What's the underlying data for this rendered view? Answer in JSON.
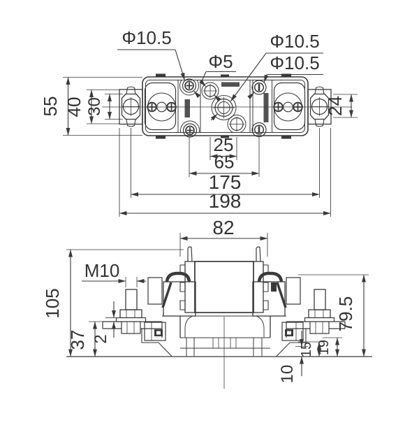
{
  "drawing": {
    "kind": "fuse-base technical drawing, two orthographic views",
    "colors": {
      "line": "#3a3a3a",
      "text": "#333333",
      "background": "#ffffff"
    }
  },
  "top_view": {
    "hole_labels": {
      "top_left": "Φ10.5",
      "small": "Φ5",
      "center": "Φ10.5",
      "right": "Φ10.5"
    },
    "dims": {
      "overall_height": "55",
      "bracket_span": "40",
      "terminal_width": "30",
      "right_terminal": "24",
      "hole_pitch": "25",
      "screw_pitch": "65",
      "stud_pitch": "175",
      "overall_width": "198"
    }
  },
  "front_view": {
    "dims": {
      "fuse_width": "82",
      "stud_thread": "M10",
      "overall_height": "105",
      "plate_height": "37",
      "washer_thickness": "2",
      "clip_height": "79.5",
      "step_small": "15",
      "step_large": "19",
      "foot_height": "10"
    }
  }
}
